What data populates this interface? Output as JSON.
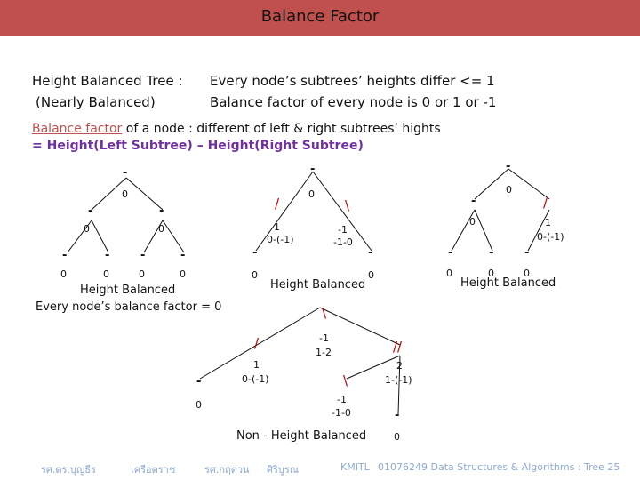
{
  "title": "Balance Factor",
  "definition": {
    "term": "Height Balanced Tree :",
    "term_sub": "(Nearly Balanced)",
    "rule1": "Every node’s subtrees’ heights differ <= 1",
    "rule2": "Balance factor of every node is 0 or 1 or -1"
  },
  "balance_factor": {
    "key": "Balance factor",
    "rest": " of a node : different of left & right subtrees’ hights",
    "formula": "= Height(Left Subtree) – Height(Right Subtree)"
  },
  "tree1": {
    "node_mark": "-",
    "values": {
      "root": "0",
      "l": "0",
      "r": "0",
      "ll": "0",
      "lr": "0",
      "rl": "0",
      "rr": "0"
    },
    "caption1": "Height Balanced",
    "caption2": "Every node’s balance factor = 0"
  },
  "tree2": {
    "node_mark": "-",
    "root_val": "0",
    "left_mark": "/",
    "left_line1": "1",
    "left_line2": "0-(-1)",
    "right_mark": "\\",
    "right_line1": "-1",
    "right_line2": "-1-0",
    "leaf_left": "0",
    "leaf_right": "0",
    "caption": "Height Balanced"
  },
  "tree3": {
    "node_mark": "-",
    "root_val": "0",
    "left_val": "0",
    "right_mark": "/",
    "right_line1": "1",
    "right_line2": "0-(-1)",
    "leaf1": "0",
    "leaf2": "0",
    "leaf3": "0",
    "caption": "Height Balanced"
  },
  "tree4": {
    "node_mark": "-",
    "root_mark": "\\",
    "root_line1": "-1",
    "root_line2": "1-2",
    "l_mark": "/",
    "l_line1": "1",
    "l_line2": "0-(-1)",
    "r_mark": "//",
    "r_line1": "2",
    "r_line2": "1-(-1)",
    "ll_val": "0",
    "rl_mark": "\\",
    "rl_line1": "-1",
    "rl_line2": "-1-0",
    "rr_val": "0",
    "caption": "Non - Height Balanced"
  },
  "footer": {
    "author1": "รศ.ดร.บุญธีร",
    "author2": "เครือตราช",
    "author3": "รศ.กฤตวน",
    "author4": "ศิริบูรณ",
    "institution": "KMITL",
    "course": "01076249 Data Structures & Algorithms : Tree 25"
  },
  "colors": {
    "title_bar": "#c0504d",
    "accent_red": "#c0504d",
    "formula_purple": "#7030a0",
    "imbalance_red": "#c00000",
    "footer_text": "#8ea9d0"
  }
}
